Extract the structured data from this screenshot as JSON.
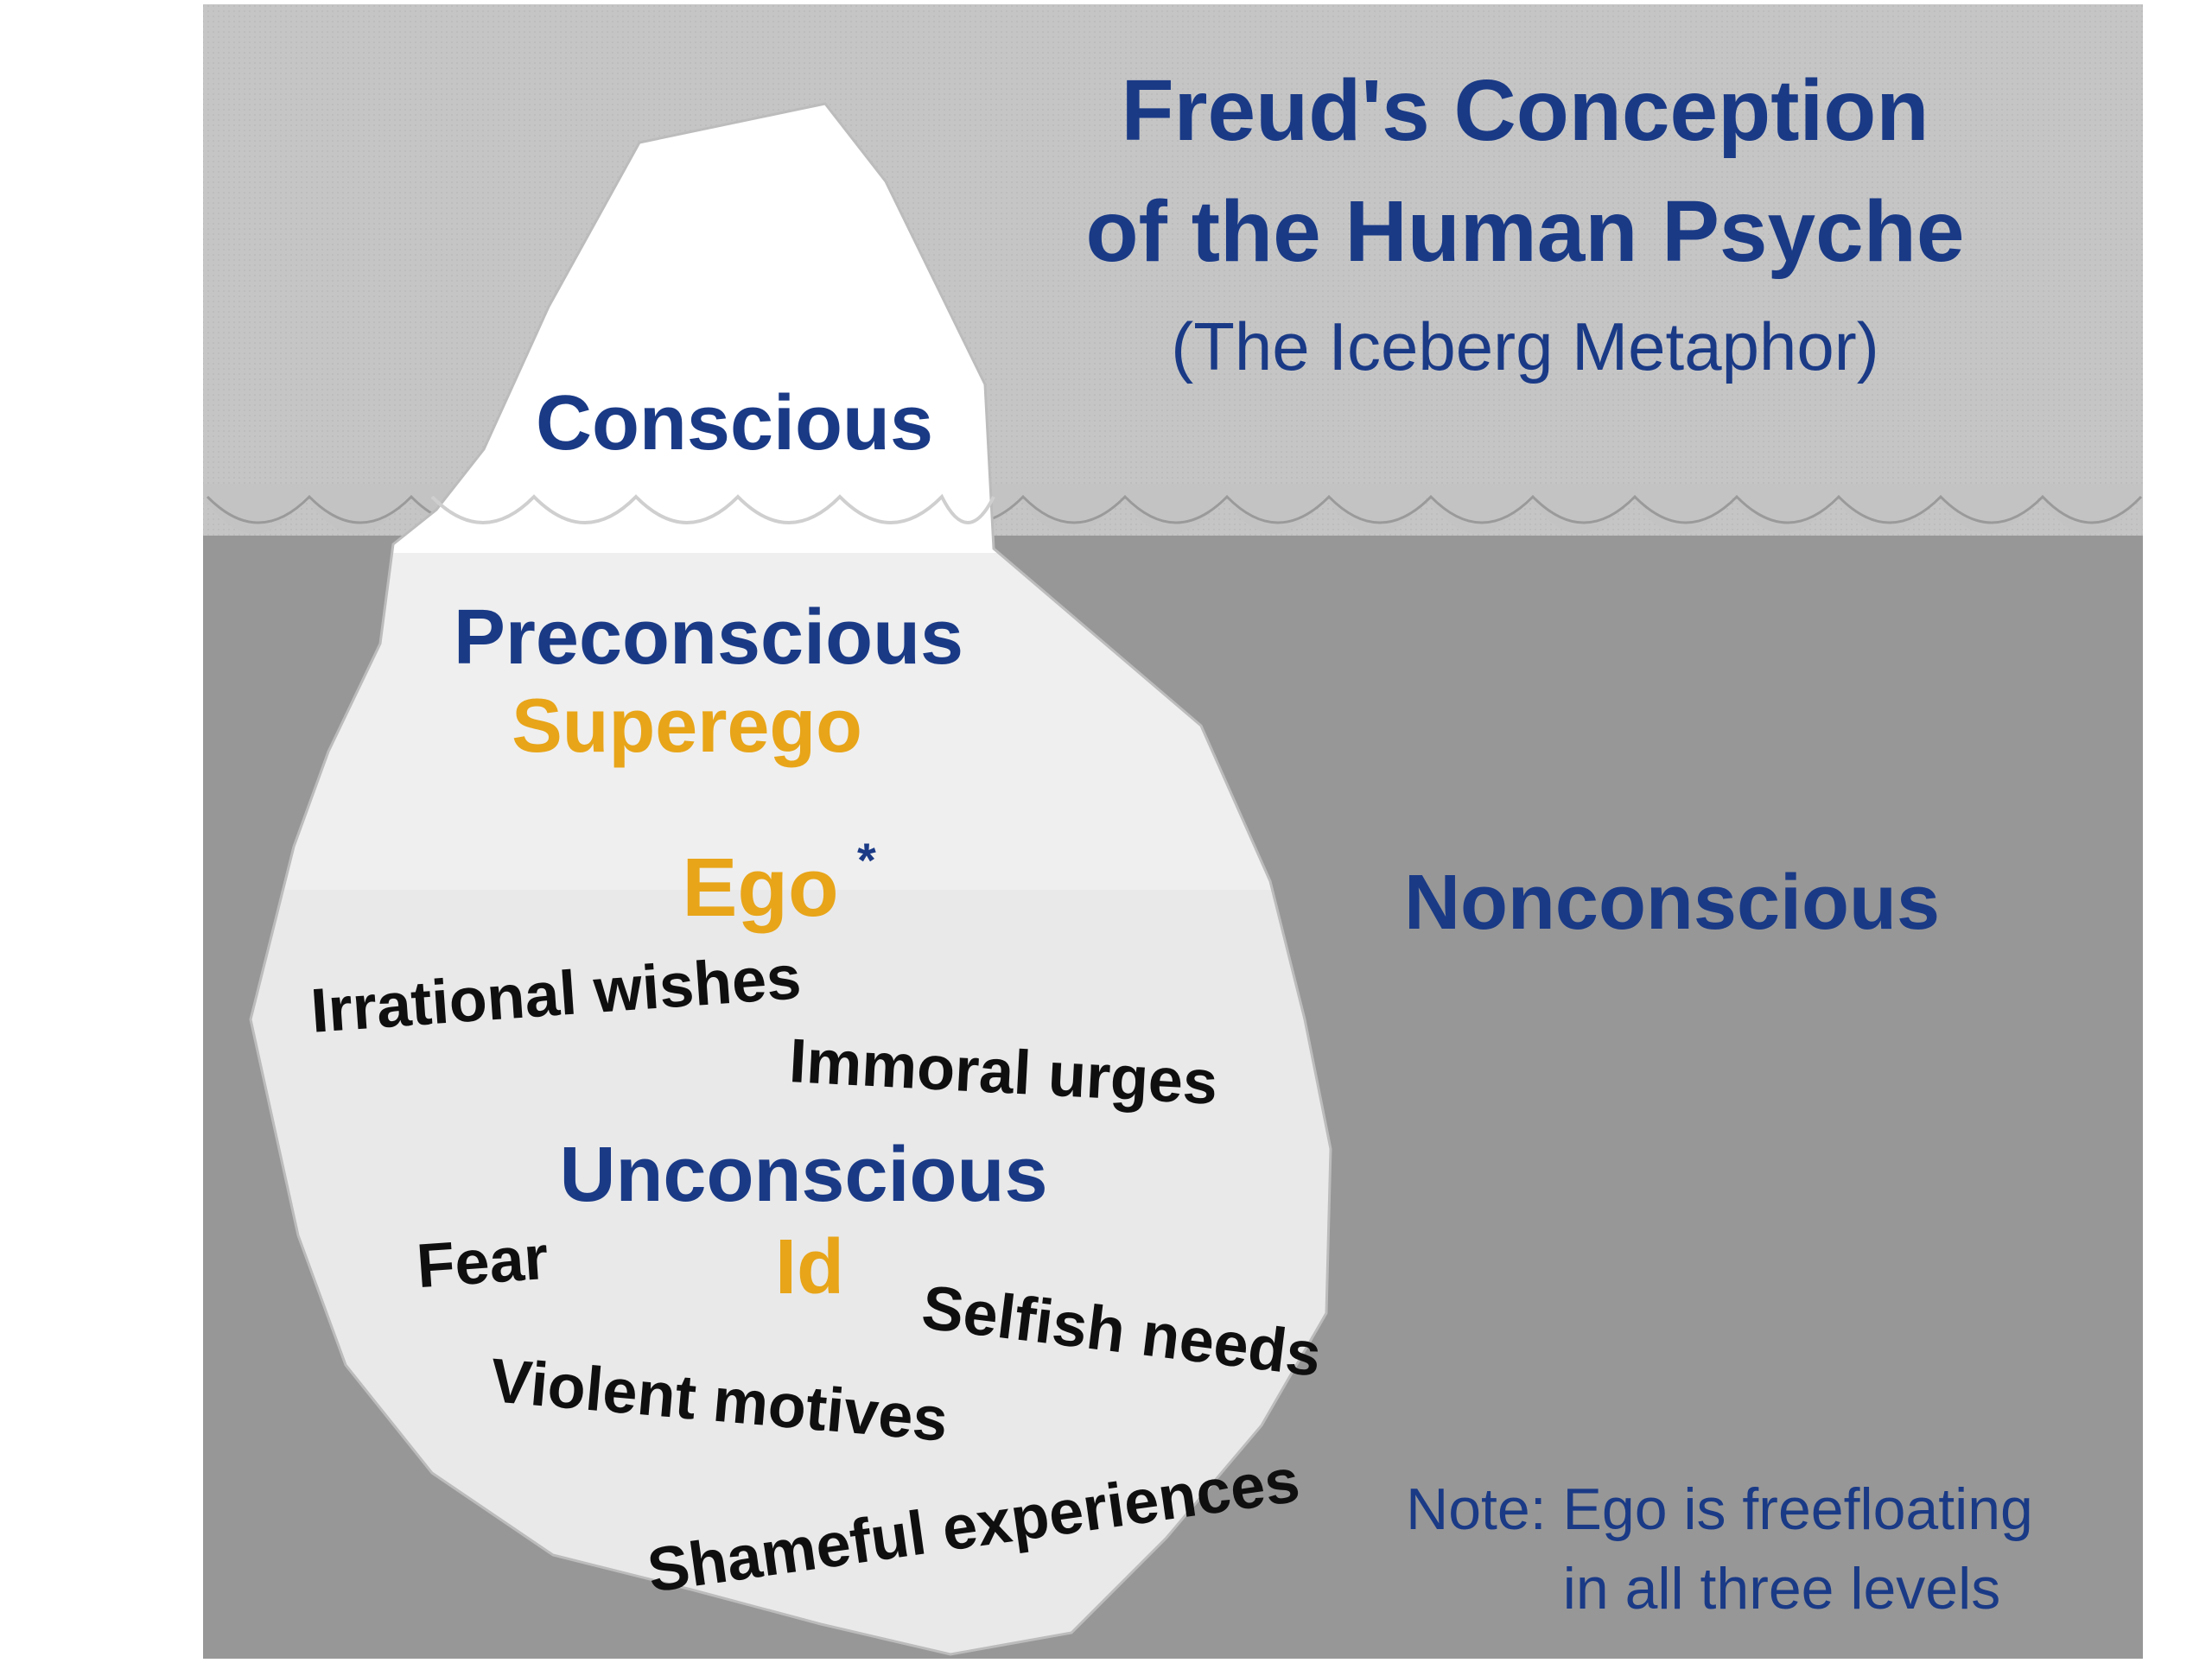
{
  "title": {
    "line1": "Freud's Conception",
    "line2": "of the Human Psyche",
    "subtitle": "(The Iceberg Metaphor)"
  },
  "levels": {
    "conscious": "Conscious",
    "preconscious": "Preconscious",
    "unconscious": "Unconscious",
    "nonconscious": "Nonconscious"
  },
  "structures": {
    "superego": "Superego",
    "ego": "Ego",
    "ego_mark": "*",
    "id": "Id"
  },
  "contents": {
    "irrational_wishes": "Irrational wishes",
    "immoral_urges": "Immoral urges",
    "fear": "Fear",
    "selfish_needs": "Selfish needs",
    "violent_motives": "Violent motives",
    "shameful_experiences": "Shameful experiences"
  },
  "note": {
    "line1": "Note: Ego is freefloating",
    "line2": "in all three levels"
  },
  "colors": {
    "sky": "#c3c3c3",
    "water": "#979797",
    "ice_top": "#ffffff",
    "ice_mid": "#efefef",
    "ice_low": "#e9e9e9",
    "blue_text": "#1a3a86",
    "orange_text": "#e8a519",
    "black_text": "#0f0f0f"
  }
}
